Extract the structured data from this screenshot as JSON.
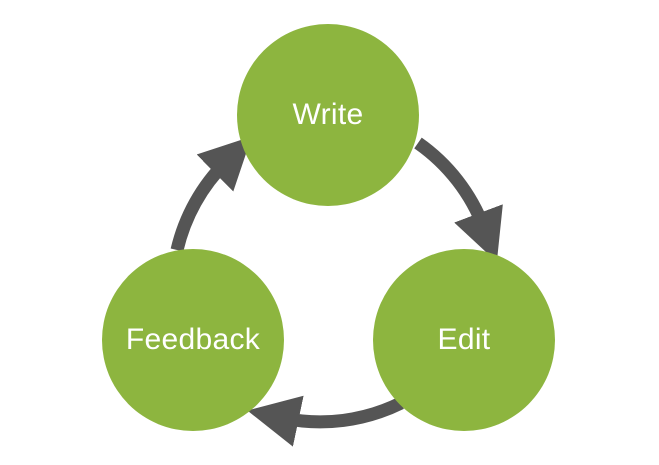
{
  "diagram": {
    "type": "cycle",
    "colors": {
      "node_fill": "#8db53f",
      "node_text": "#ffffff",
      "arrow": "#555555",
      "background": "#ffffff"
    },
    "nodes": [
      {
        "id": "write",
        "label": "Write"
      },
      {
        "id": "edit",
        "label": "Edit"
      },
      {
        "id": "feedback",
        "label": "Feedback"
      }
    ],
    "edges": [
      {
        "from": "write",
        "to": "edit",
        "direction": "clockwise"
      },
      {
        "from": "edit",
        "to": "feedback",
        "direction": "clockwise"
      },
      {
        "from": "feedback",
        "to": "write",
        "direction": "clockwise"
      }
    ]
  }
}
